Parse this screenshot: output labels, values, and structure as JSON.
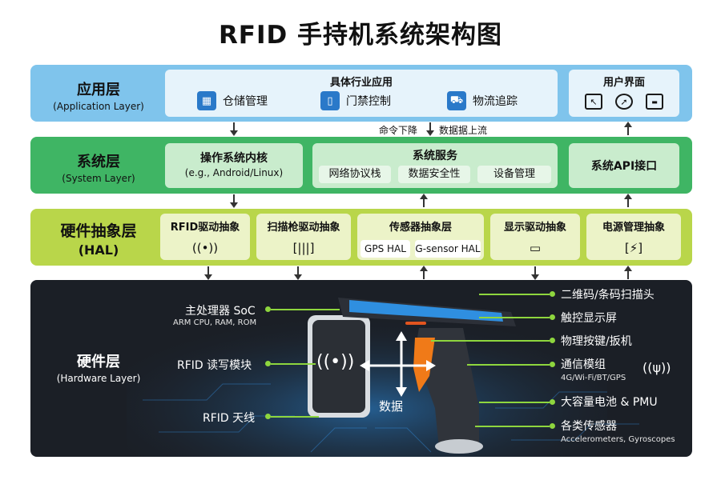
{
  "title": "RFID 手持机系统架构图",
  "app_layer": {
    "name_zh": "应用层",
    "name_en": "(Application Layer)",
    "industry": {
      "title": "具体行业应用",
      "items": [
        {
          "label": "仓储管理",
          "icon": "warehouse-icon"
        },
        {
          "label": "门禁控制",
          "icon": "access-control-icon"
        },
        {
          "label": "物流追踪",
          "icon": "truck-icon"
        }
      ]
    },
    "ui": {
      "title": "用户界面",
      "icons": [
        "monitor-touch-icon",
        "compass-icon",
        "window-icon"
      ]
    }
  },
  "flow": {
    "down_label": "命令下降",
    "up_label": "数据据上流"
  },
  "system_layer": {
    "name_zh": "系统层",
    "name_en": "(System Layer)",
    "kernel": {
      "title": "操作系统内核",
      "detail": "(e.g., Android/Linux)"
    },
    "services": {
      "title": "系统服务",
      "items": [
        "网络协议栈",
        "数据安全性",
        "设备管理"
      ]
    },
    "api": {
      "title": "系统API接口"
    }
  },
  "hal_layer": {
    "name_zh": "硬件抽象层",
    "name_en": "(HAL)",
    "rfid": {
      "title": "RFID驱动抽象",
      "icon": "rfid-waves-icon"
    },
    "scanner": {
      "title": "扫描枪驱动抽象",
      "icon": "barcode-icon"
    },
    "sensor": {
      "title": "传感器抽象层",
      "items": [
        "GPS HAL",
        "G-sensor HAL"
      ]
    },
    "display": {
      "title": "显示驱动抽象",
      "icon": "monitor-icon"
    },
    "power": {
      "title": "电源管理抽象",
      "icon": "battery-charging-icon"
    }
  },
  "hardware_layer": {
    "name_zh": "硬件层",
    "name_en": "(Hardware Layer)",
    "data_label": "数据",
    "left_labels": [
      {
        "label": "主处理器 SoC",
        "sub": "ARM CPU, RAM, ROM"
      },
      {
        "label": "RFID 读写模块",
        "sub": ""
      },
      {
        "label": "RFID 天线",
        "sub": ""
      }
    ],
    "right_labels": [
      {
        "label": "二维码/条码扫描头",
        "sub": ""
      },
      {
        "label": "触控显示屏",
        "sub": ""
      },
      {
        "label": "物理按键/扳机",
        "sub": ""
      },
      {
        "label": "通信模组",
        "sub": "4G/Wi-Fi/BT/GPS"
      },
      {
        "label": "大容量电池 & PMU",
        "sub": ""
      },
      {
        "label": "各类传感器",
        "sub": "Accelerometers, Gyroscopes"
      }
    ],
    "accent_color": "#8ed63e"
  },
  "colors": {
    "app": "#7fc4ec",
    "system": "#3fb564",
    "hal": "#b9d64a",
    "hardware": "#1b1f26"
  }
}
